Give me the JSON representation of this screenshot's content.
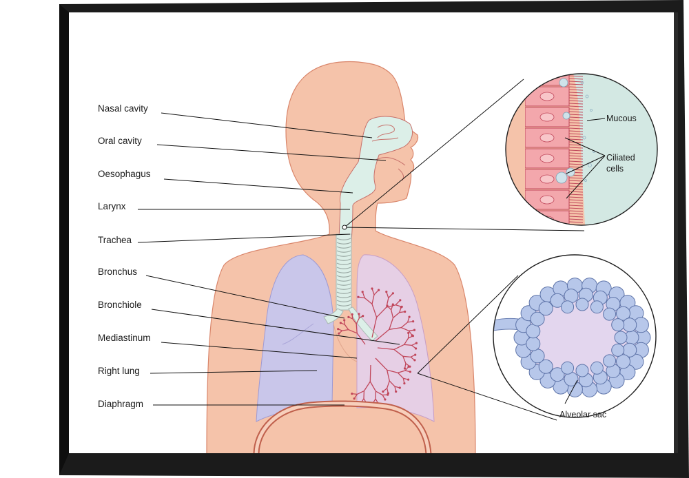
{
  "labels": {
    "nasal_cavity": "Nasal cavity",
    "oral_cavity": "Oral cavity",
    "oesophagus": "Oesophagus",
    "larynx": "Larynx",
    "trachea": "Trachea",
    "bronchus": "Bronchus",
    "bronchiole": "Bronchiole",
    "mediastinum": "Mediastinum",
    "right_lung": "Right lung",
    "diaphragm": "Diaphragm"
  },
  "inset_top": {
    "mucous": "Mucous",
    "ciliated_line1": "Ciliated",
    "ciliated_line2": "cells"
  },
  "inset_bottom": {
    "alveolar_sac": "Alveolar sac"
  },
  "colors": {
    "skin": "#f5c3aa",
    "skin_outline": "#d9856a",
    "airway": "#dcefe8",
    "right_lung": "#c9c6ea",
    "left_lung": "#e6cfe5",
    "bronchiole": "#c0465a",
    "alveoli": "#b7c7ea",
    "frame": "#1b1b1b"
  }
}
